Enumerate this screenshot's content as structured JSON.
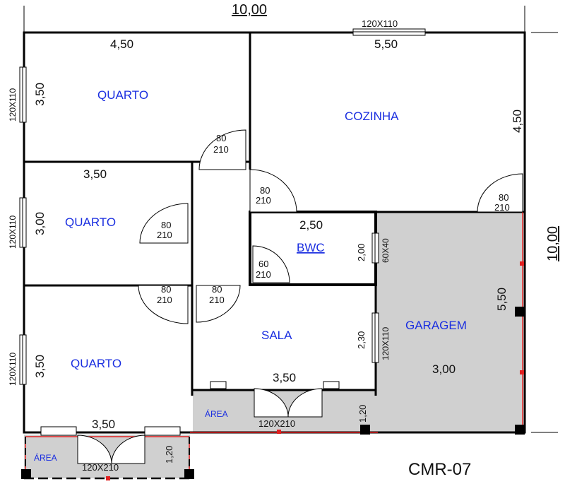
{
  "overall": {
    "width_label": "10,00",
    "depth_label": "10,00",
    "code": "CMR-07"
  },
  "rooms": {
    "quarto1": {
      "name": "QUARTO",
      "width": "4,50",
      "height": "3,50",
      "window": "120X110"
    },
    "quarto2": {
      "name": "QUARTO",
      "width": "3,50",
      "height": "3,00",
      "window": "120X110"
    },
    "quarto3": {
      "name": "QUARTO",
      "width": "3,50",
      "height": "3,50",
      "window": "120X110"
    },
    "cozinha": {
      "name": "COZINHA",
      "width": "5,50",
      "height": "4,50",
      "window": "120X110"
    },
    "bwc": {
      "name": "BWC",
      "width": "2,50",
      "height": "2,00",
      "window": "60X40"
    },
    "sala": {
      "name": "SALA",
      "width": "3,50",
      "height": "2,30",
      "window": "120X110"
    },
    "garagem": {
      "name": "GARAGEM",
      "width": "3,00",
      "height": "5,50"
    },
    "area1": {
      "name": "ÁREA",
      "depth": "1,20",
      "door": "120X210"
    },
    "area2": {
      "name": "ÁREA",
      "depth": "1,20",
      "door": "120X210"
    }
  },
  "doors": [
    {
      "w": "80",
      "h": "210"
    },
    {
      "w": "80",
      "h": "210"
    },
    {
      "w": "80",
      "h": "210"
    },
    {
      "w": "80",
      "h": "210"
    },
    {
      "w": "60",
      "h": "210"
    },
    {
      "w": "80",
      "h": "210"
    },
    {
      "w": "80",
      "h": "210"
    }
  ],
  "colors": {
    "room_label": "#1a2ee0",
    "garage_fill": "#d0d0d0",
    "boundary_red": "#e02020"
  }
}
